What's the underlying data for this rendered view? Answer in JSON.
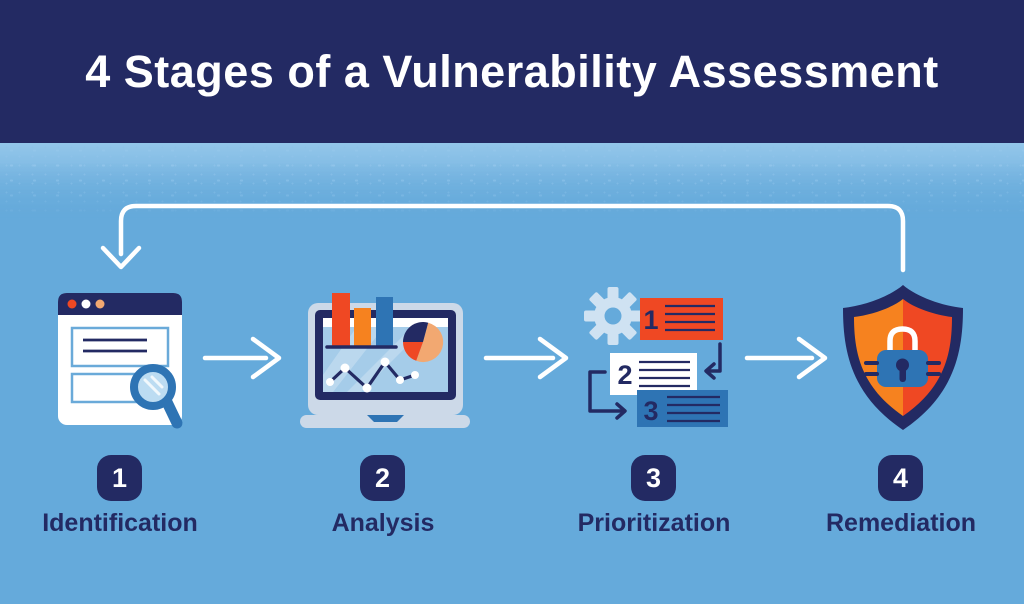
{
  "header": {
    "title": "4 Stages of a Vulnerability Assessment"
  },
  "stages": [
    {
      "number": "1",
      "label": "Identification",
      "icon": "browser-magnifier-icon"
    },
    {
      "number": "2",
      "label": "Analysis",
      "icon": "laptop-charts-icon"
    },
    {
      "number": "3",
      "label": "Prioritization",
      "icon": "gear-task-cards-icon",
      "card_numbers": [
        "1",
        "2",
        "3"
      ]
    },
    {
      "number": "4",
      "label": "Remediation",
      "icon": "shield-padlock-icon"
    }
  ],
  "flow": {
    "loop_arrow": "from stage 4 back to stage 1",
    "connector_arrows": 3
  },
  "colors": {
    "header_navy": "#232a63",
    "background_blue": "#65aadb",
    "texture_light_blue": "#93c6ea",
    "accent_red_orange": "#ef4823",
    "accent_orange": "#f6821f",
    "accent_peach": "#f2a871",
    "accent_medium_blue": "#2e74b4",
    "icon_light_blue": "#cfe2f2",
    "laptop_gray_blue": "#ccd9e8",
    "screen_light_blue": "#a5cce9",
    "white": "#ffffff"
  }
}
